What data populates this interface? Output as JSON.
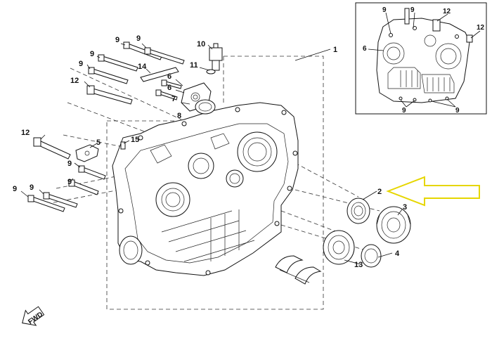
{
  "callouts": {
    "n1": "1",
    "n2": "2",
    "n3": "3",
    "n4": "4",
    "n5": "5",
    "n6": "6",
    "n7": "7",
    "n8": "8",
    "n9": "9",
    "n10": "10",
    "n11": "11",
    "n12": "12",
    "n13": "13",
    "n14": "14",
    "n15": "15"
  },
  "fwd_label": "FWD",
  "highlight_color": "#e6d600"
}
